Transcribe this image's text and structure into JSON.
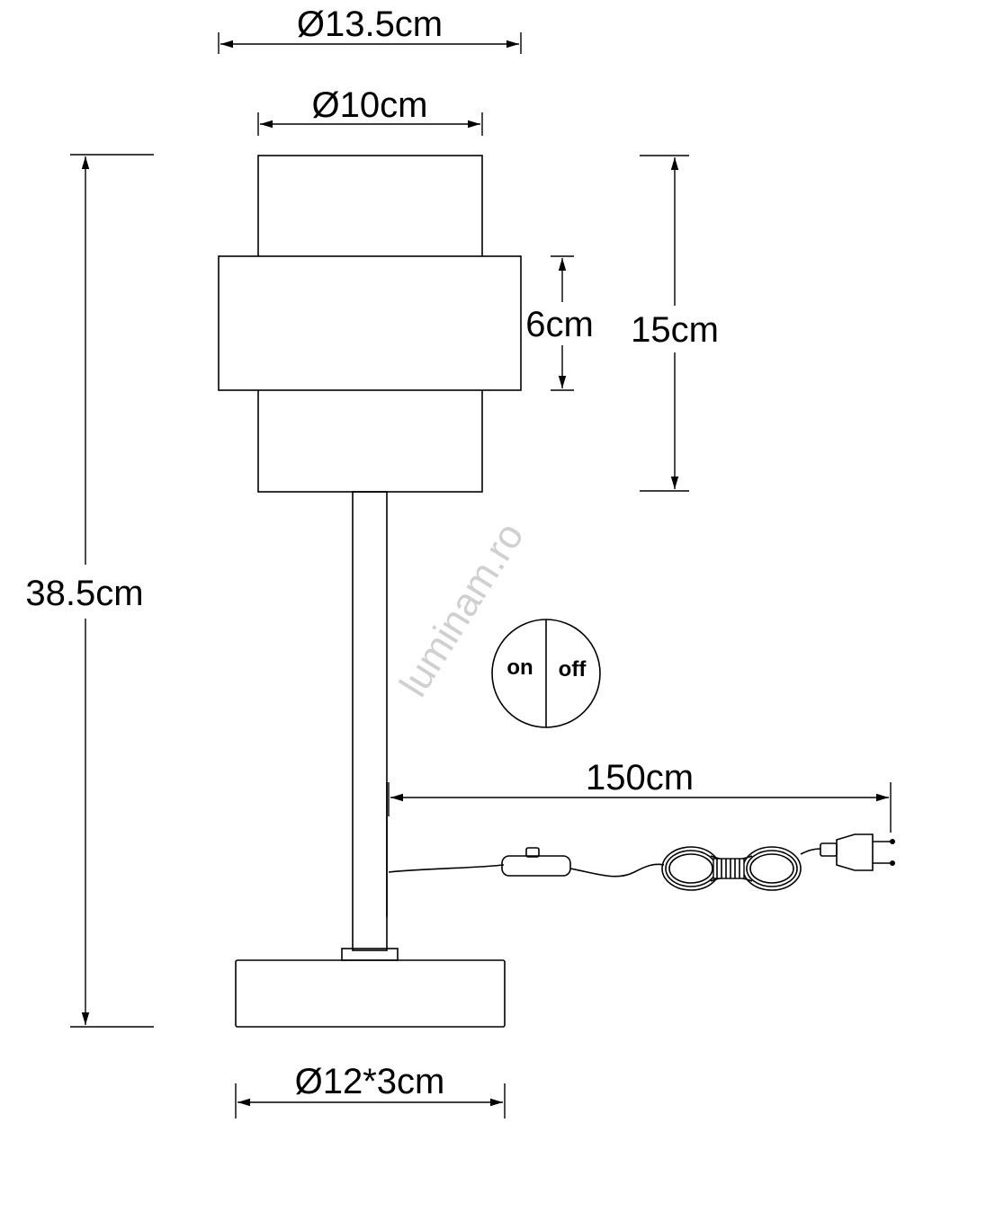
{
  "dimensions": {
    "shade_outer_diameter": "Ø13.5cm",
    "shade_inner_diameter": "Ø10cm",
    "band_height": "6cm",
    "shade_height": "15cm",
    "total_height": "38.5cm",
    "cable_length": "150cm",
    "base_size": "Ø12*3cm"
  },
  "switch": {
    "on_label": "on",
    "off_label": "off"
  },
  "watermark": "luminam.ro"
}
